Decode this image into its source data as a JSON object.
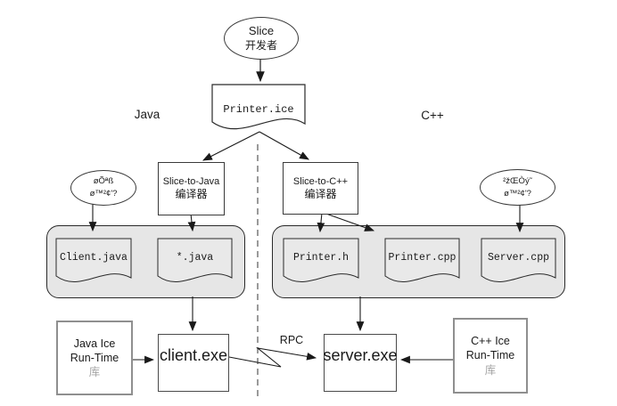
{
  "diagram": {
    "developer": {
      "line1": "Slice",
      "line2": "开发者"
    },
    "ice_file": {
      "label": "Printer.ice"
    },
    "sections": {
      "java": "Java",
      "cpp": "C++"
    },
    "java_note": {
      "line1": "øÕªß",
      "line2": "ø™²¢'?"
    },
    "cpp_note": {
      "line1": "²žŒÒý˜",
      "line2": "ø™²¢'?"
    },
    "java_compiler": {
      "line1": "Slice-to-Java",
      "line2": "编译器"
    },
    "cpp_compiler": {
      "line1": "Slice-to-C++",
      "line2": "编译器"
    },
    "java_outputs": {
      "client_java": "Client.java",
      "star_java": "*.java"
    },
    "cpp_outputs": {
      "printer_h": "Printer.h",
      "printer_cpp": "Printer.cpp",
      "server_cpp": "Server.cpp"
    },
    "java_runtime": {
      "line1": "Java Ice",
      "line2": "Run-Time",
      "line3": "库"
    },
    "cpp_runtime": {
      "line1": "C++ Ice",
      "line2": "Run-Time",
      "line3": "库"
    },
    "client_exe": {
      "label": "client.exe"
    },
    "server_exe": {
      "label": "server.exe"
    },
    "rpc": {
      "label": "RPC"
    },
    "colors": {
      "container_fill": "#e6e6e6",
      "document_fill": "#e9e9e9",
      "line": "#1a1a1a",
      "divider": "#9a9a9a",
      "muted_text": "#a6a6a6"
    }
  }
}
